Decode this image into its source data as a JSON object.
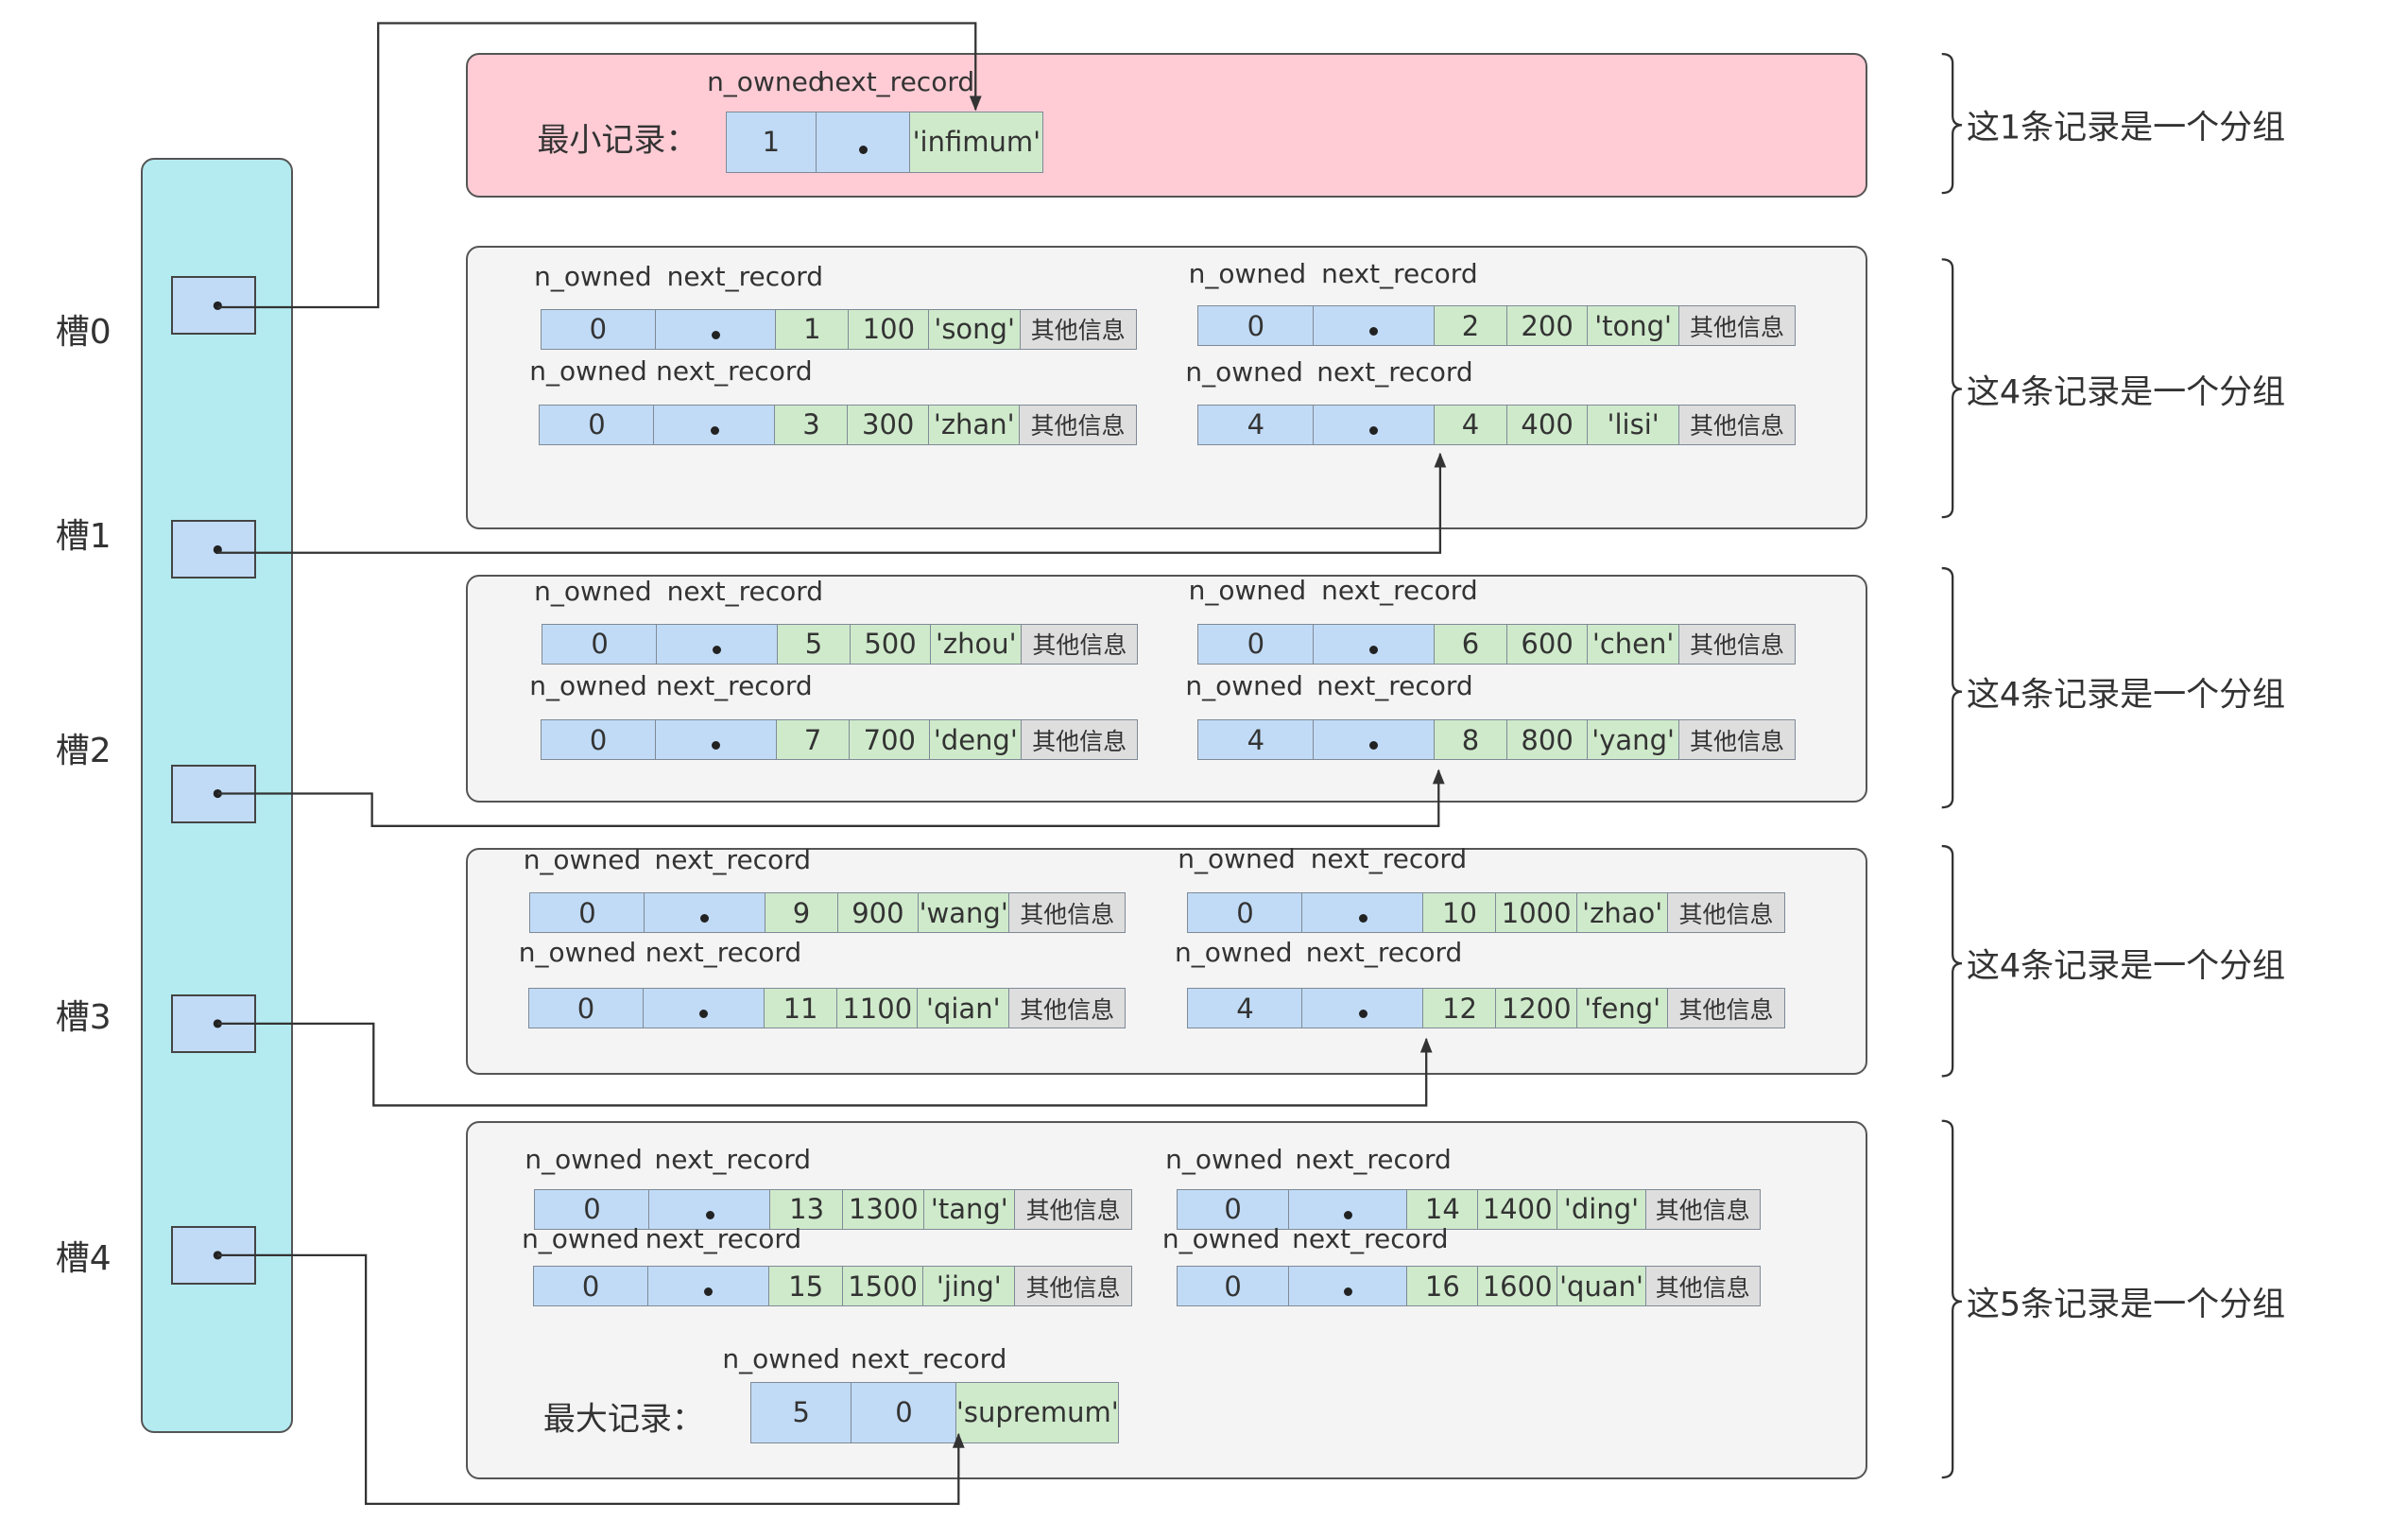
{
  "slots": [
    "槽0",
    "槽1",
    "槽2",
    "槽3",
    "槽4"
  ],
  "header_labels": {
    "n_owned": "n_owned",
    "next_record": "next_record"
  },
  "extra_info": "其他信息",
  "min_record": {
    "label": "最小记录：",
    "n_owned": "1",
    "name": "'infimum'"
  },
  "max_record": {
    "label": "最大记录：",
    "n_owned": "5",
    "next_record": "0",
    "name": "'supremum'"
  },
  "groups": [
    {
      "records": [
        {
          "n_owned": "0",
          "id": "1",
          "num": "100",
          "name": "'song'"
        },
        {
          "n_owned": "0",
          "id": "2",
          "num": "200",
          "name": "'tong'"
        },
        {
          "n_owned": "0",
          "id": "3",
          "num": "300",
          "name": "'zhan'"
        },
        {
          "n_owned": "4",
          "id": "4",
          "num": "400",
          "name": "'lisi'"
        }
      ]
    },
    {
      "records": [
        {
          "n_owned": "0",
          "id": "5",
          "num": "500",
          "name": "'zhou'"
        },
        {
          "n_owned": "0",
          "id": "6",
          "num": "600",
          "name": "'chen'"
        },
        {
          "n_owned": "0",
          "id": "7",
          "num": "700",
          "name": "'deng'"
        },
        {
          "n_owned": "4",
          "id": "8",
          "num": "800",
          "name": "'yang'"
        }
      ]
    },
    {
      "records": [
        {
          "n_owned": "0",
          "id": "9",
          "num": "900",
          "name": "'wang'"
        },
        {
          "n_owned": "0",
          "id": "10",
          "num": "1000",
          "name": "'zhao'"
        },
        {
          "n_owned": "0",
          "id": "11",
          "num": "1100",
          "name": "'qian'"
        },
        {
          "n_owned": "4",
          "id": "12",
          "num": "1200",
          "name": "'feng'"
        }
      ]
    },
    {
      "records": [
        {
          "n_owned": "0",
          "id": "13",
          "num": "1300",
          "name": "'tang'"
        },
        {
          "n_owned": "0",
          "id": "14",
          "num": "1400",
          "name": "'ding'"
        },
        {
          "n_owned": "0",
          "id": "15",
          "num": "1500",
          "name": "'jing'"
        },
        {
          "n_owned": "0",
          "id": "16",
          "num": "1600",
          "name": "'quan'"
        }
      ]
    }
  ],
  "brace_labels": [
    "这1条记录是一个分组",
    "这4条记录是一个分组",
    "这4条记录是一个分组",
    "这4条记录是一个分组",
    "这5条记录是一个分组"
  ],
  "colors": {
    "slot_bar": "#b3ebf1",
    "pointer_cell": "#c1dbf6",
    "data_cell": "#cfeacb",
    "extra_cell": "#dedede",
    "min_group": "#ffccd5",
    "group_bg": "#f4f4f4"
  }
}
